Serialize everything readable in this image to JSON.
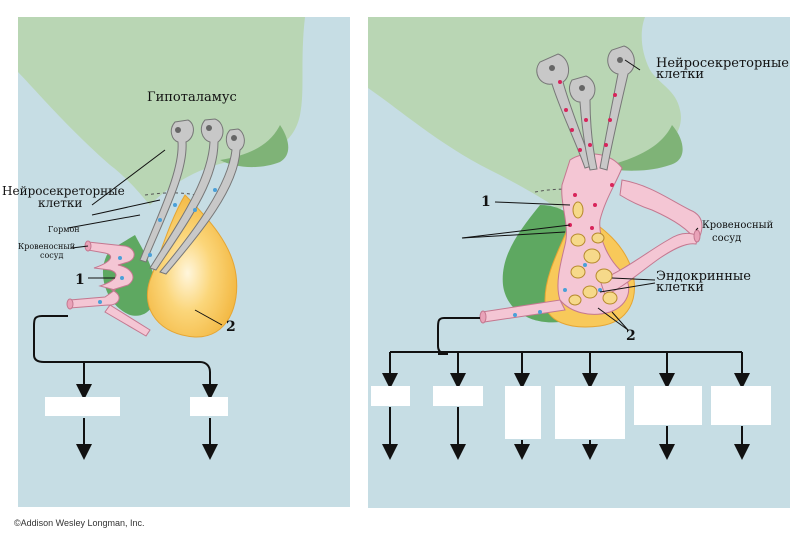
{
  "left_panel": {
    "label_hypothalamus": "Гипоталамус",
    "label_neuro_line1": "Нейросекреторные",
    "label_neuro_line2": "клетки",
    "label_hormone": "Гормон",
    "label_vessel_line1": "Кровеносный",
    "label_vessel_line2": "сосуд",
    "num_1": "1",
    "num_2": "2"
  },
  "right_panel": {
    "label_neuro_line1": "Нейросекреторные",
    "label_neuro_line2": "клетки",
    "label_vessel_line1": "Кровеносный",
    "label_vessel_line2": "сосуд",
    "label_endocrine_line1": "Эндокринные",
    "label_endocrine_line2": "клетки",
    "num_1": "1",
    "num_2": "2"
  },
  "copyright": "©Addison Wesley Longman, Inc.",
  "colors": {
    "panel_bg": "#c6dde4",
    "hypothalamus": "#b9d6b4",
    "lobe_green": "#5ea861",
    "lobe_orange": "#f8c95a",
    "vessel_pink": "#f4c6d4",
    "neuron_gray": "#c8c8c8",
    "hormone_dot_blue": "#4aa0d8",
    "hormone_dot_red": "#d8245a"
  }
}
